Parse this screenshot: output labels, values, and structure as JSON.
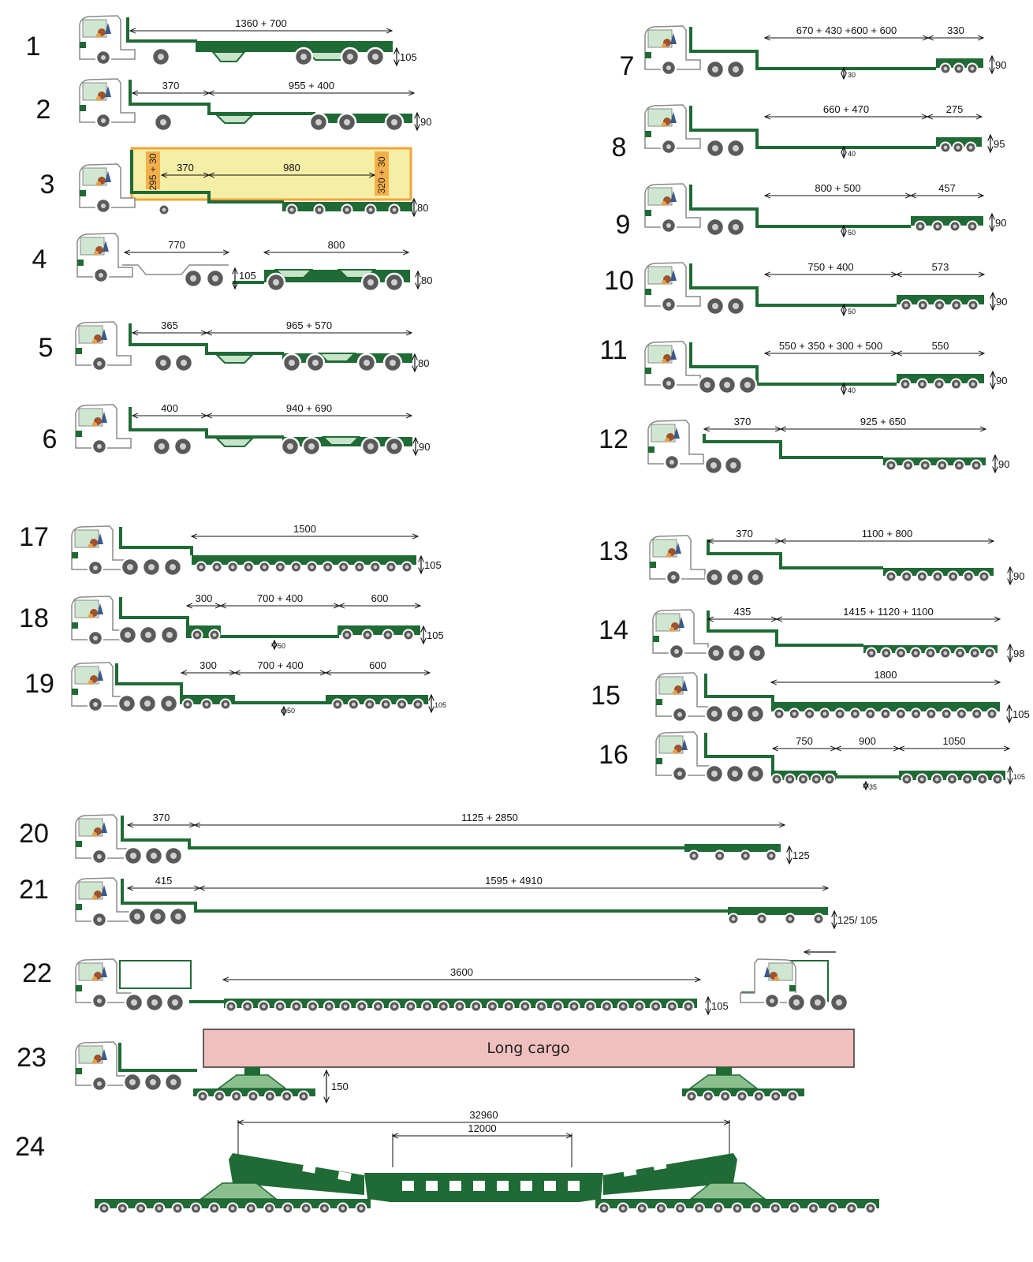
{
  "colors": {
    "green": "#1f6a35",
    "light_green": "#c7e3c9",
    "cab_line": "#8a8a8a",
    "wheel": "#5a5a5a",
    "cargo_fill": "#f0c0bf",
    "highlight": "#f5eea5",
    "orange": "#f2a33a"
  },
  "rows": [
    {
      "number": "1",
      "dims": [
        "1360 + 700"
      ],
      "height": "105",
      "subs": []
    },
    {
      "number": "2",
      "dims": [
        "370",
        "955 + 400"
      ],
      "height": "90",
      "subs": [
        "<<3,6>>",
        "<<<<<<<<<6,8>>>>>>>>>",
        "<2,35>",
        "<1,36>"
      ]
    },
    {
      "number": "3",
      "dims": [
        "370",
        "980"
      ],
      "height": "80",
      "vlabels": [
        "295 + 30",
        "320 + 30"
      ],
      "subs": [
        "<<3,6>>",
        "<<<<<<<5,3>>>>>>>",
        "<1,86>",
        "<<2,35>>",
        "<1,86>"
      ]
    },
    {
      "number": "4",
      "dims": [
        "770",
        "800"
      ],
      "height": "80",
      "height2": "105",
      "subs": []
    },
    {
      "number": "5",
      "dims": [
        "365",
        "965  +  570"
      ],
      "height": "80",
      "subs": []
    },
    {
      "number": "6",
      "dims": [
        "400",
        "940 + 690"
      ],
      "height": "90",
      "subs": [
        "<<<8,9>>>",
        "<1,36>",
        "<<<<<5,4>>>>>>>",
        "<1,36>",
        "<2,35>",
        "<1,36>"
      ]
    },
    {
      "number": "7",
      "dims": [
        "670 + 430 +600 + 600",
        "330"
      ],
      "height": "90",
      "gap": "30",
      "subs": []
    },
    {
      "number": "8",
      "dims": [
        "660 + 470",
        "275"
      ],
      "height": "95",
      "gap": "40",
      "subs": []
    },
    {
      "number": "9",
      "dims": [
        "800 + 500",
        "457"
      ],
      "height": "90",
      "gap": "50",
      "subs": []
    },
    {
      "number": "10",
      "dims": [
        "750 + 400",
        "573"
      ],
      "height": "90",
      "gap": "50",
      "subs": []
    },
    {
      "number": "11",
      "dims": [
        "550 + 350 + 300 + 500",
        "550"
      ],
      "height": "90",
      "gap": "40",
      "subs": []
    },
    {
      "number": "12",
      "dims": [
        "370",
        "925 + 650"
      ],
      "height": "90",
      "subs": [
        "<<2,54>>",
        "<1,36>",
        "<<<<<<<<<<5,15>>>>>>>>>",
        "<1,36>"
      ]
    },
    {
      "number": "13",
      "dims": [
        "370",
        "1100 + 800"
      ],
      "height": "90",
      "subs": [
        "<1,85>",
        "<1,36>",
        "<<<<<<6>>>>>>",
        "<1,36>"
      ]
    },
    {
      "number": "14",
      "dims": [
        "435",
        "1415 + 1120 + 1100"
      ],
      "height": "98",
      "subs": []
    },
    {
      "number": "15",
      "dims": [
        "1800"
      ],
      "height": "105",
      "subs": []
    },
    {
      "number": "16",
      "dims": [
        "750",
        "900",
        "1050"
      ],
      "height": "105",
      "gap": "35",
      "subs": []
    },
    {
      "number": "17",
      "dims": [
        "1500"
      ],
      "height": "105",
      "subs": [
        "<1,85>",
        "<1,36>"
      ]
    },
    {
      "number": "18",
      "dims": [
        "300",
        "700 + 400",
        "600"
      ],
      "height": "105",
      "gap": "50",
      "subs": [
        "<13,05>",
        "<1,51>"
      ]
    },
    {
      "number": "19",
      "dims": [
        "300",
        "700 + 400",
        "600"
      ],
      "height": "105",
      "gap": "50",
      "subs": []
    },
    {
      "number": "20",
      "dims": [
        "370",
        "1125 + 2850"
      ],
      "height": "125",
      "subs": []
    },
    {
      "number": "21",
      "dims": [
        "415",
        "1595 + 4910"
      ],
      "height": "125/ 105",
      "subs": []
    },
    {
      "number": "22",
      "dims": [
        "3600"
      ],
      "height": "105",
      "subs": []
    },
    {
      "number": "23",
      "dims": [],
      "height": "150",
      "cargo": "Long cargo",
      "subs": []
    },
    {
      "number": "24",
      "dims": [
        "32960",
        "12000"
      ],
      "subs": []
    }
  ]
}
